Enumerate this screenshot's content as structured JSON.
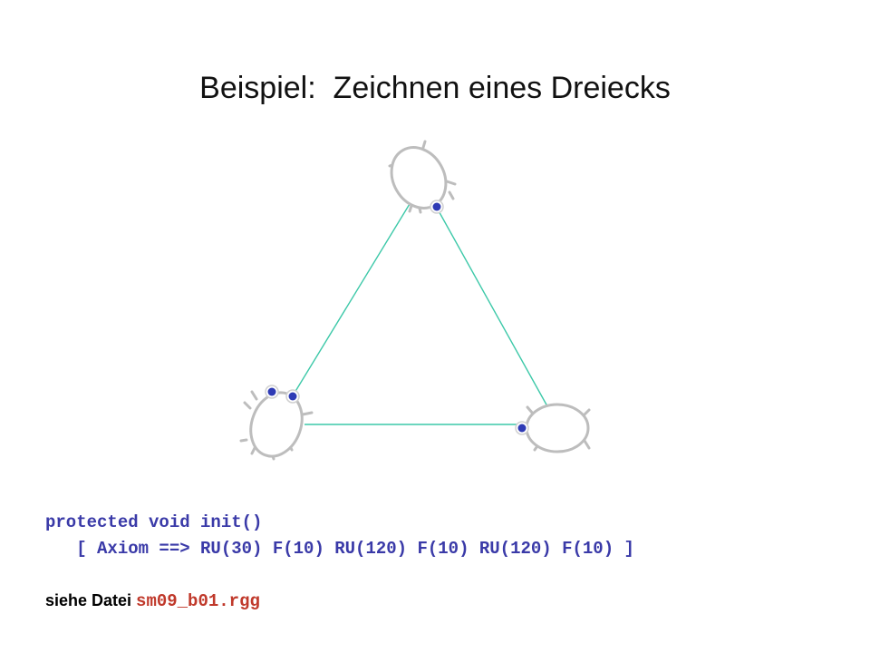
{
  "slide": {
    "title": "Beispiel:  Zeichnen eines Dreiecks",
    "code_lines": [
      "protected void init()",
      "   [ Axiom ==> RU(30) F(10) RU(120) F(10) RU(120) F(10) ]"
    ],
    "file_label": "siehe Datei ",
    "file_name": "sm09_b01.rgg"
  },
  "colors": {
    "line": "#3cc8a8",
    "turtle_outline": "#bdbdbd",
    "eye": "#2f3bb5",
    "code_text": "#3a3aa8",
    "file_name": "#c0392b"
  },
  "icons": {
    "turtle": "turtle-icon"
  }
}
